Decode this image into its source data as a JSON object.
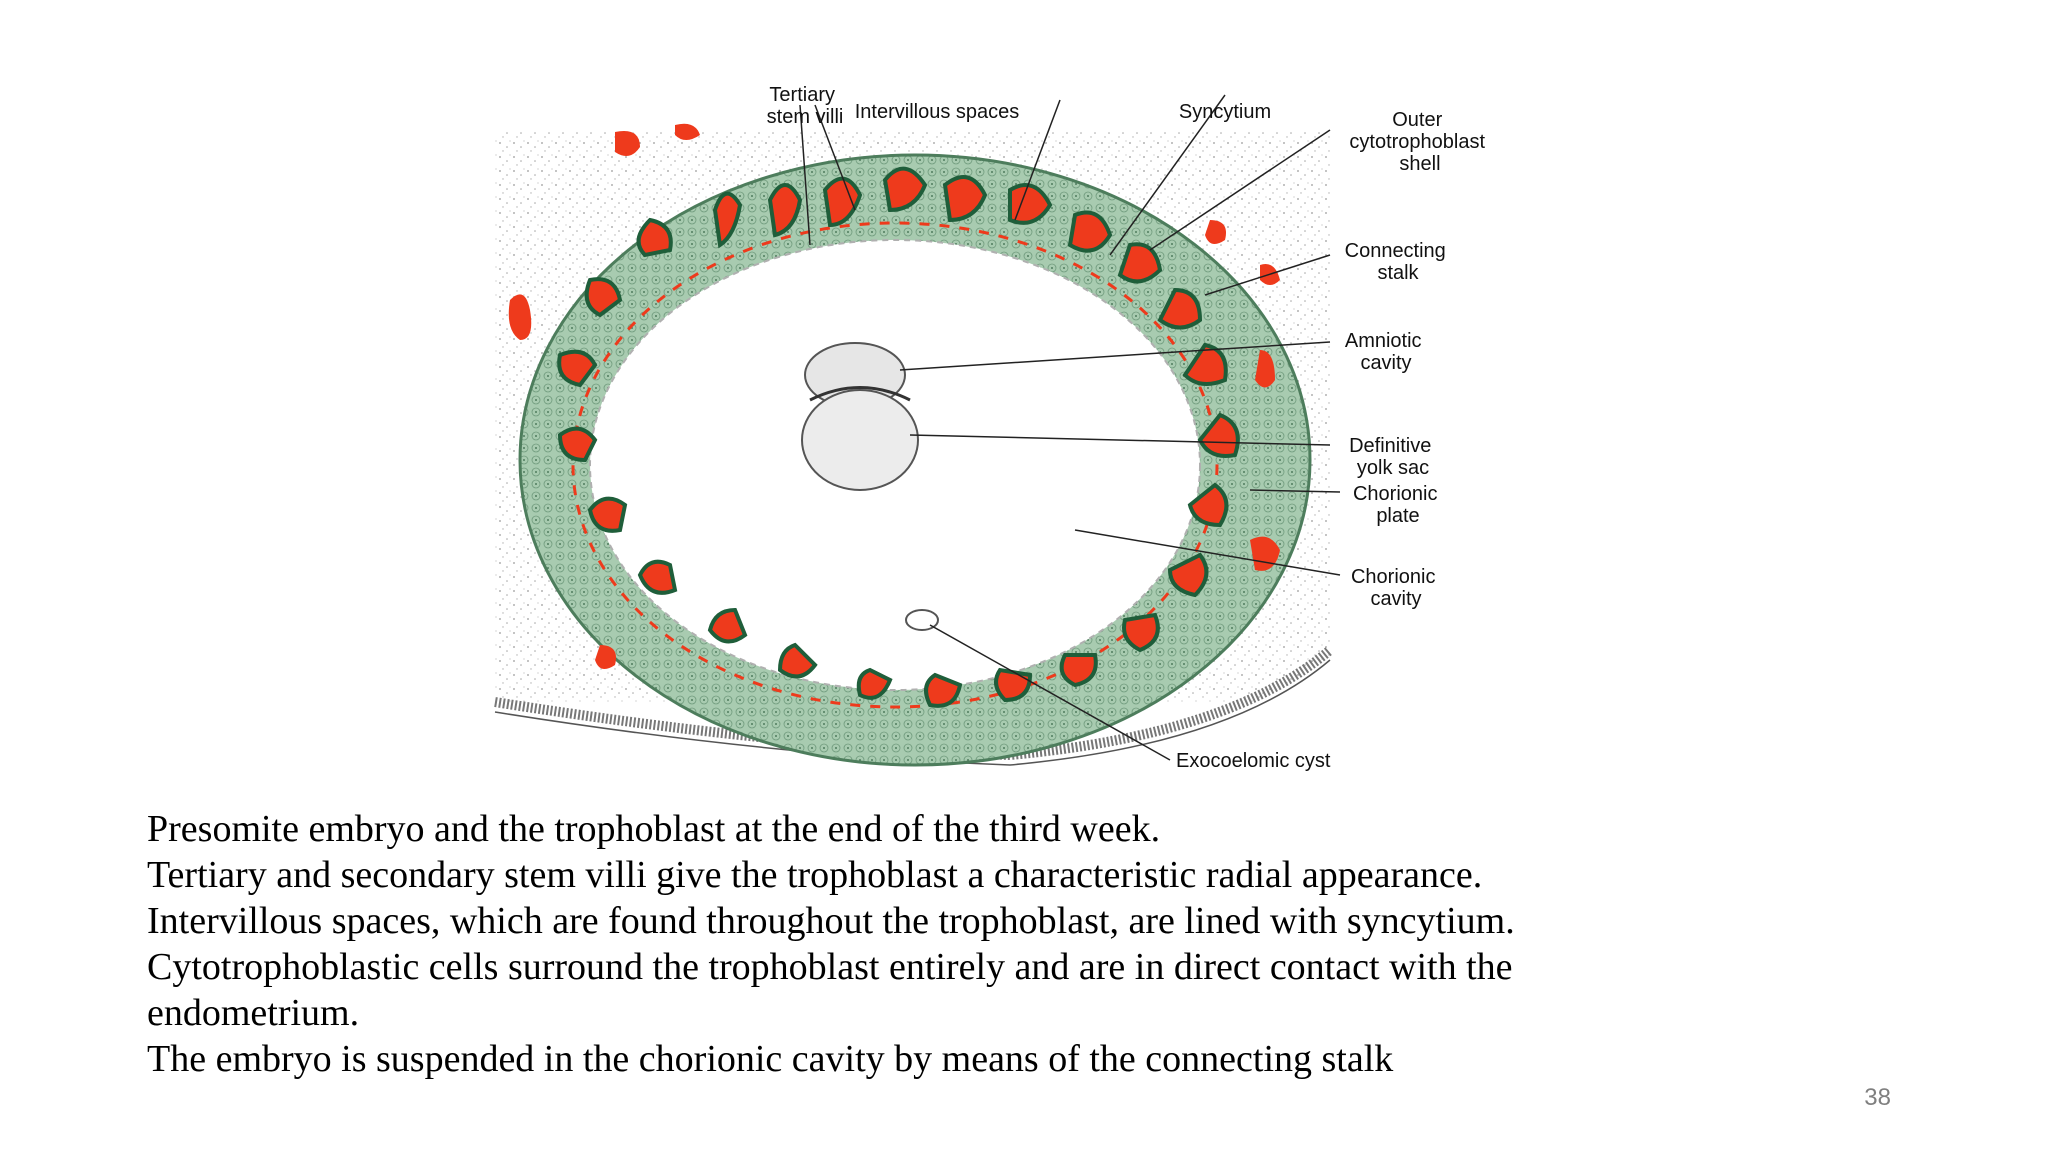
{
  "figure": {
    "labels": {
      "tertiary_stem_villi": [
        "Tertiary",
        "stem villi"
      ],
      "intervillous_spaces": "Intervillous spaces",
      "syncytium": "Syncytium",
      "outer_cytotrophoblast_shell": [
        "Outer",
        "cytotrophoblast",
        "shell"
      ],
      "connecting_stalk": [
        "Connecting",
        "stalk"
      ],
      "amniotic_cavity": [
        "Amniotic",
        "cavity"
      ],
      "definitive_yolk_sac": [
        "Definitive",
        "yolk sac"
      ],
      "chorionic_plate": [
        "Chorionic",
        "plate"
      ],
      "chorionic_cavity": [
        "Chorionic",
        "cavity"
      ],
      "exocoelomic_cyst": "Exocoelomic cyst"
    },
    "colors": {
      "lacunae": "#ee3a1c",
      "shell": "#9fc4a9",
      "villus_core": "#1f5e3a",
      "endometrium_stipple": "#9a9a9a"
    }
  },
  "caption": {
    "lines": [
      "Presomite embryo and the trophoblast at the end of the third week.",
      "Tertiary and secondary stem villi give the trophoblast a characteristic radial appearance.",
      "Intervillous spaces, which are found throughout the trophoblast, are lined with syncytium.",
      "Cytotrophoblastic cells surround the trophoblast entirely and are in direct contact with the",
      "endometrium.",
      "The embryo is suspended in the chorionic cavity by means of the connecting stalk"
    ]
  },
  "slide_number": "38"
}
